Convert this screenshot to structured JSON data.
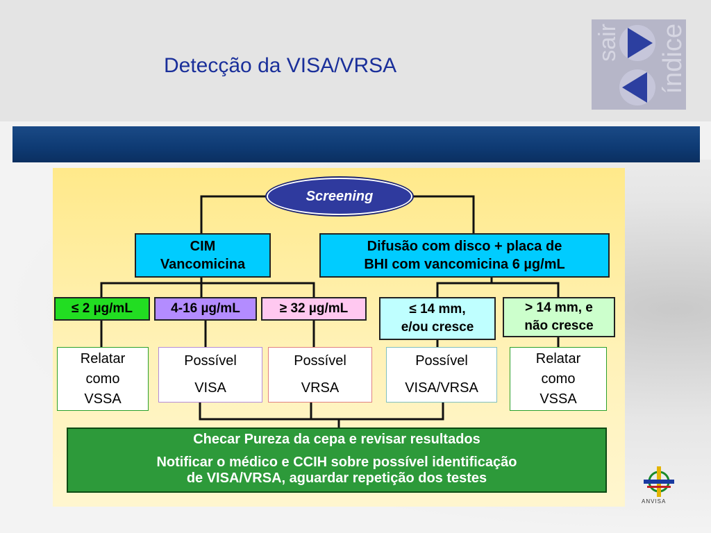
{
  "title": "Detecção da VISA/VRSA",
  "nav": {
    "exit_label": "sair",
    "index_label": "índice"
  },
  "nodes": {
    "screening": "Screening",
    "cim": {
      "line1": "CIM",
      "line2": "Vancomicina"
    },
    "disc": {
      "line1": "Difusão com disco + placa de",
      "line2": "BHI com vancomicina 6 µg/mL"
    },
    "le2": "≤ 2 µg/mL",
    "r4_16": "4-16 µg/mL",
    "ge32": "≥ 32 µg/mL",
    "le14": {
      "line1": "≤ 14 mm,",
      "line2": "e/ou cresce"
    },
    "gt14": {
      "line1": "> 14 mm, e",
      "line2": "não cresce"
    },
    "res1": {
      "line1": "Relatar",
      "line2": "como",
      "line3": "VSSA"
    },
    "res2": {
      "line1": "Possível",
      "line2": "VISA"
    },
    "res3": {
      "line1": "Possível",
      "line2": "VRSA"
    },
    "res4": {
      "line1": "Possível",
      "line2": "VISA/VRSA"
    },
    "res5": {
      "line1": "Relatar",
      "line2": "como",
      "line3": "VSSA"
    },
    "final": {
      "line1": "Checar Pureza da cepa e revisar resultados",
      "line2": "Notificar  o médico e  CCIH  sobre possível identificação",
      "line3": "de  VISA/VRSA, aguardar repetição dos testes"
    }
  },
  "logo": {
    "text": "ANVISA"
  },
  "colors": {
    "title": "#1a2f9a",
    "band": "#0e3a73",
    "cyan": "#00ccff",
    "final": "#2d9a3a"
  },
  "icons": [
    "arrow-right-icon",
    "arrow-left-icon",
    "anvisa-logo-icon"
  ]
}
